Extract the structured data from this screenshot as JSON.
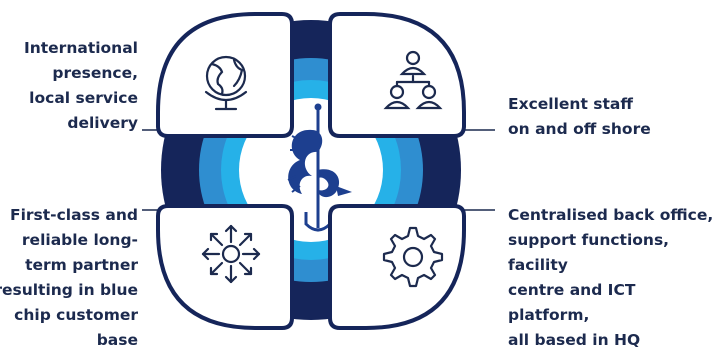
{
  "labels": {
    "top_left": "International\npresence,\nlocal service\ndelivery",
    "top_right": "Excellent staff\non and off shore",
    "bottom_left": "First-class and\nreliable long-\nterm partner\nresulting in blue\nchip customer\nbase",
    "bottom_right": "Centralised back office,\nsupport functions, facility\ncentre and ICT platform,\nall based in HQ"
  },
  "icons": {
    "top_left": "globe-icon",
    "top_right": "organization-chart-icon",
    "bottom_left": "arrows-expand-icon",
    "bottom_right": "gear-icon",
    "center": "seahorse-trident-logo"
  },
  "colors": {
    "ring_outer": "#15255a",
    "ring_mid": "#2f8ed0",
    "ring_inner": "#26b1e8",
    "text": "#1c2a4e",
    "logo": "#1d3f8f"
  }
}
